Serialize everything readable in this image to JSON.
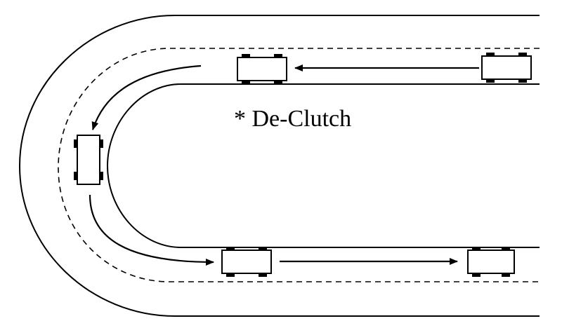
{
  "annotation": {
    "text": "* De-Clutch"
  },
  "vehicles": [
    {
      "id": "car-top-right",
      "orientation": "horizontal"
    },
    {
      "id": "car-top-left",
      "orientation": "horizontal"
    },
    {
      "id": "car-curve-left",
      "orientation": "vertical"
    },
    {
      "id": "car-bottom-left",
      "orientation": "horizontal"
    },
    {
      "id": "car-bottom-right",
      "orientation": "horizontal"
    }
  ],
  "track": {
    "shape": "U-turn",
    "open_side": "right",
    "lane_divider": "dashed"
  },
  "flow": {
    "direction": "counter-clockwise"
  }
}
